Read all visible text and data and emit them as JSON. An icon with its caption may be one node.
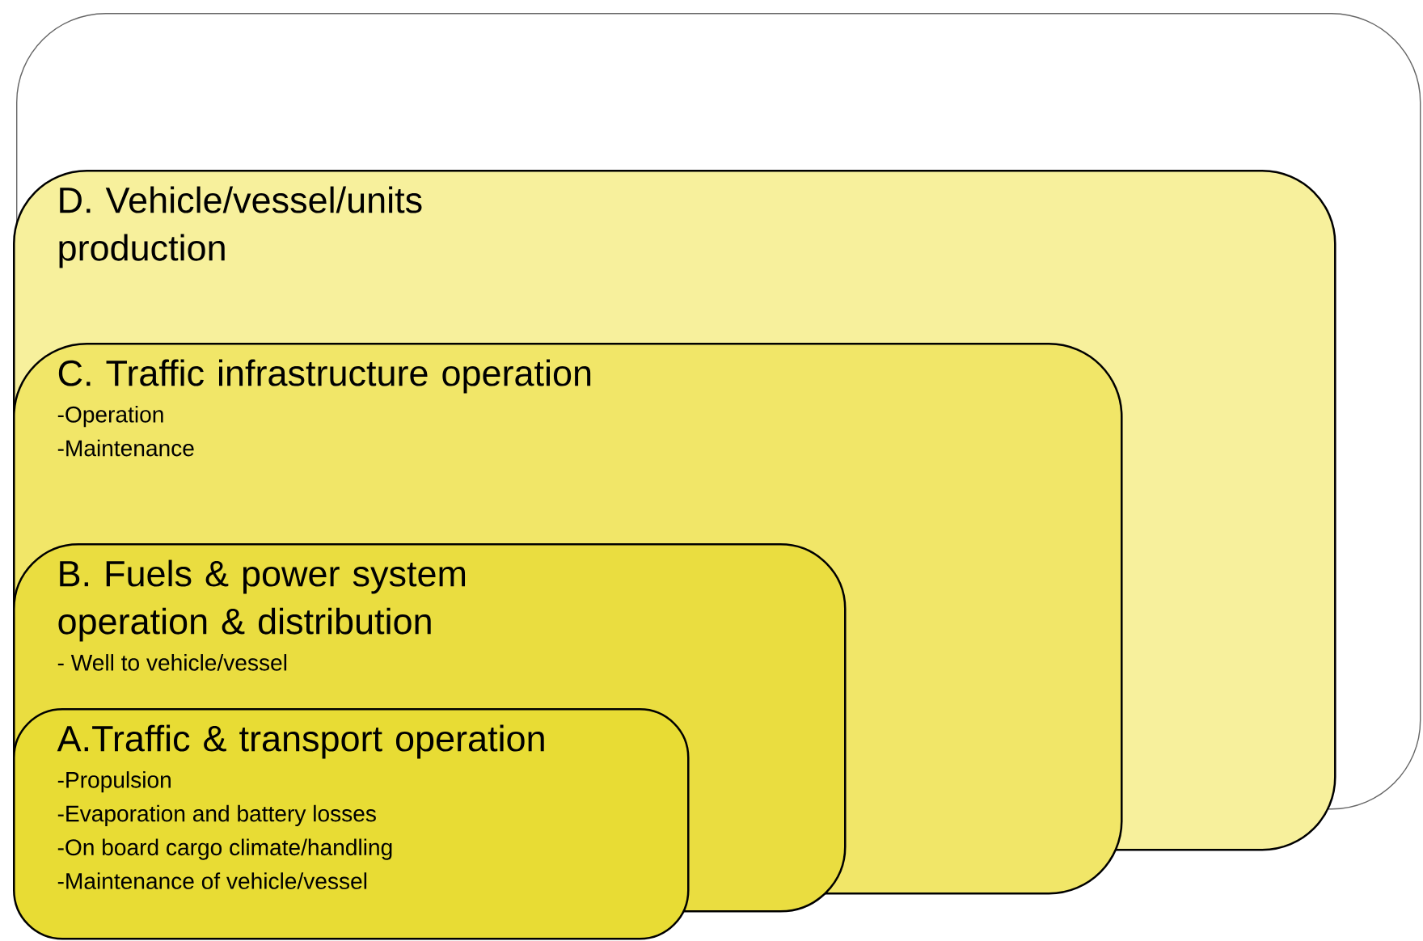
{
  "diagram": {
    "nodes": [
      {
        "text": [],
        "shape": "box"
      },
      {
        "text": [
          "D. Vehicle/vessel/units production"
        ],
        "in": 0
      },
      {
        "text": [
          "C. Traffic infrastructure operation",
          "-Operation",
          "-Maintenance"
        ],
        "in": 1
      },
      {
        "text": [
          "B. Fuels & power system operation & distribution",
          "- Well to vehicle/vessel"
        ],
        "in": 2
      },
      {
        "text": [
          "A.Traffic & transport operation",
          "-Propulsion",
          "-Evaporation and battery losses",
          "-On board cargo climate/handling",
          "-Maintenance of vehicle/vessel"
        ],
        "in": 3
      }
    ],
    "edges": []
  }
}
